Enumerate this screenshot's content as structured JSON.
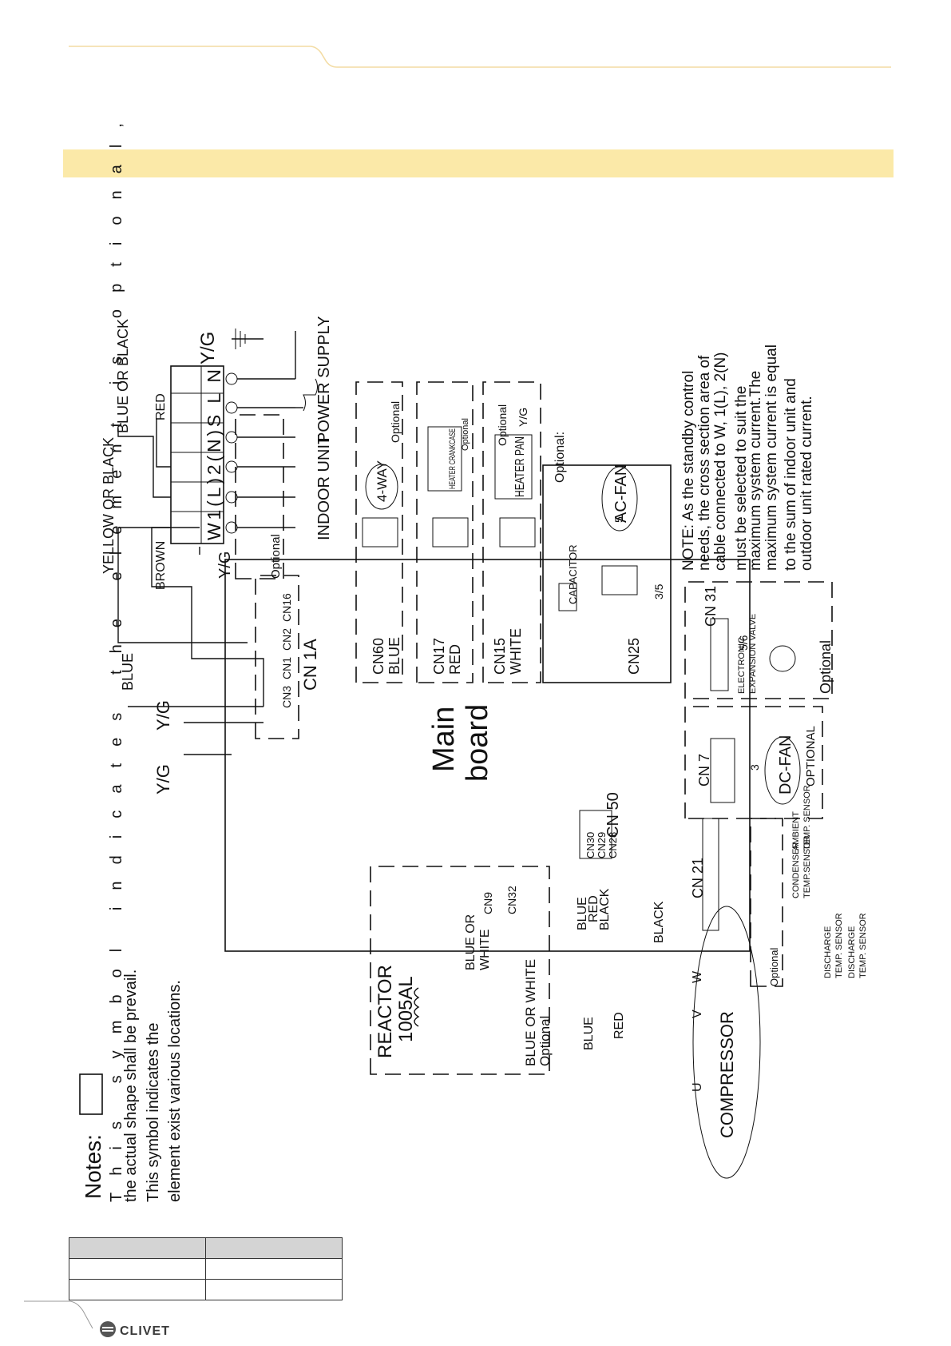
{
  "page": {
    "header_band_color": "#fbe9a8",
    "accent_line_color": "#f3dca4"
  },
  "brand": {
    "logo_text": "CLIVET"
  },
  "notes": {
    "title": "Notes:",
    "line1": "This symbol indicates the element is optional,",
    "line2": "the actual shape shall be prevail.",
    "line3": "This symbol indicates the",
    "line4": "element exist various locations."
  },
  "note_box": {
    "line1": "NOTE: As the standby control",
    "line2": "needs, the cross section area of",
    "line3": "cable connected to W, 1(L), 2(N)",
    "line4": "must be selected to suit the",
    "line5": "maximum system current.The",
    "line6": "maximum system current is equal",
    "line7": "to the sum of indoor unit and",
    "line8": "outdoor unit rated current."
  },
  "terminal": {
    "labels": "W1(L)2(N)S L N",
    "ground": "Y/G",
    "indoor": "INDOOR UNIT",
    "power": "POWER SUPPLY",
    "optional": "Optional"
  },
  "wires": {
    "yellow_or_black": "YELLOW OR BLACK",
    "blue_or_black": "BLUE OR BLACK",
    "red": "RED",
    "brown": "BROWN",
    "blue": "BLUE",
    "yg1": "Y/G",
    "yg2": "Y/G",
    "yg3": "Y/G"
  },
  "cn1a": {
    "title": "CN 1A",
    "pins": [
      "CN16",
      "CN2",
      "CN1",
      "CN3"
    ]
  },
  "mainboard": {
    "line1": "Main",
    "line2": "board"
  },
  "relays": {
    "four_way": "4-WAY",
    "heater_crankcase": "HEATER CRANKCASE",
    "heater_pan": "HEATER PAN",
    "optional": "Optional",
    "yg": "Y/G"
  },
  "connectors": {
    "cn60": "CN60",
    "cn60_color": "BLUE",
    "cn17": "CN17",
    "cn17_color": "RED",
    "cn15": "CN15",
    "cn15_color": "WHITE",
    "cn25": "CN25",
    "cn31": "CN 31",
    "cn7": "CN 7",
    "cn21": "CN 21",
    "cn50": "CN 50",
    "cn30": "CN30",
    "cn29": "CN29",
    "cn28": "CN28",
    "cn9": "CN9",
    "cn32": "CN32"
  },
  "acfan": {
    "optional": "Optional:",
    "name": "AC-FAN",
    "capacitor": "CAPACITOR",
    "n5": "5",
    "n35": "3/5"
  },
  "exv": {
    "n56": "5/6",
    "label1": "ELECTRONIC",
    "label2": "EXPANSION VALVE",
    "optional": "Optional"
  },
  "dcfan": {
    "name": "DC-FAN",
    "optional": "OPTIONAL",
    "n3": "3"
  },
  "sensors": {
    "ambient1": "AMBIENT",
    "ambient2": "TEMP. SENSOR",
    "cond1": "CONDENSER",
    "cond2": "TEMP.SENSOR",
    "dis1": "DISCHARGE",
    "dis2": "TEMP. SENSOR",
    "dis3": "DISCHARGE",
    "dis4": "TEMP. SENSOR",
    "optional": "Optional"
  },
  "reactor": {
    "name1": "REACTOR",
    "name2": "1005AL",
    "bow1": "BLUE OR",
    "bow2": "WHITE",
    "bow3": "BLUE OR WHITE",
    "optional": "Optional"
  },
  "compressor": {
    "name": "COMPRESSOR",
    "u": "U",
    "v": "V",
    "w": "W",
    "blue": "BLUE",
    "red": "RED",
    "black": "BLACK",
    "c50_blue": "BLUE",
    "c50_red": "RED",
    "c50_black": "BLACK"
  }
}
